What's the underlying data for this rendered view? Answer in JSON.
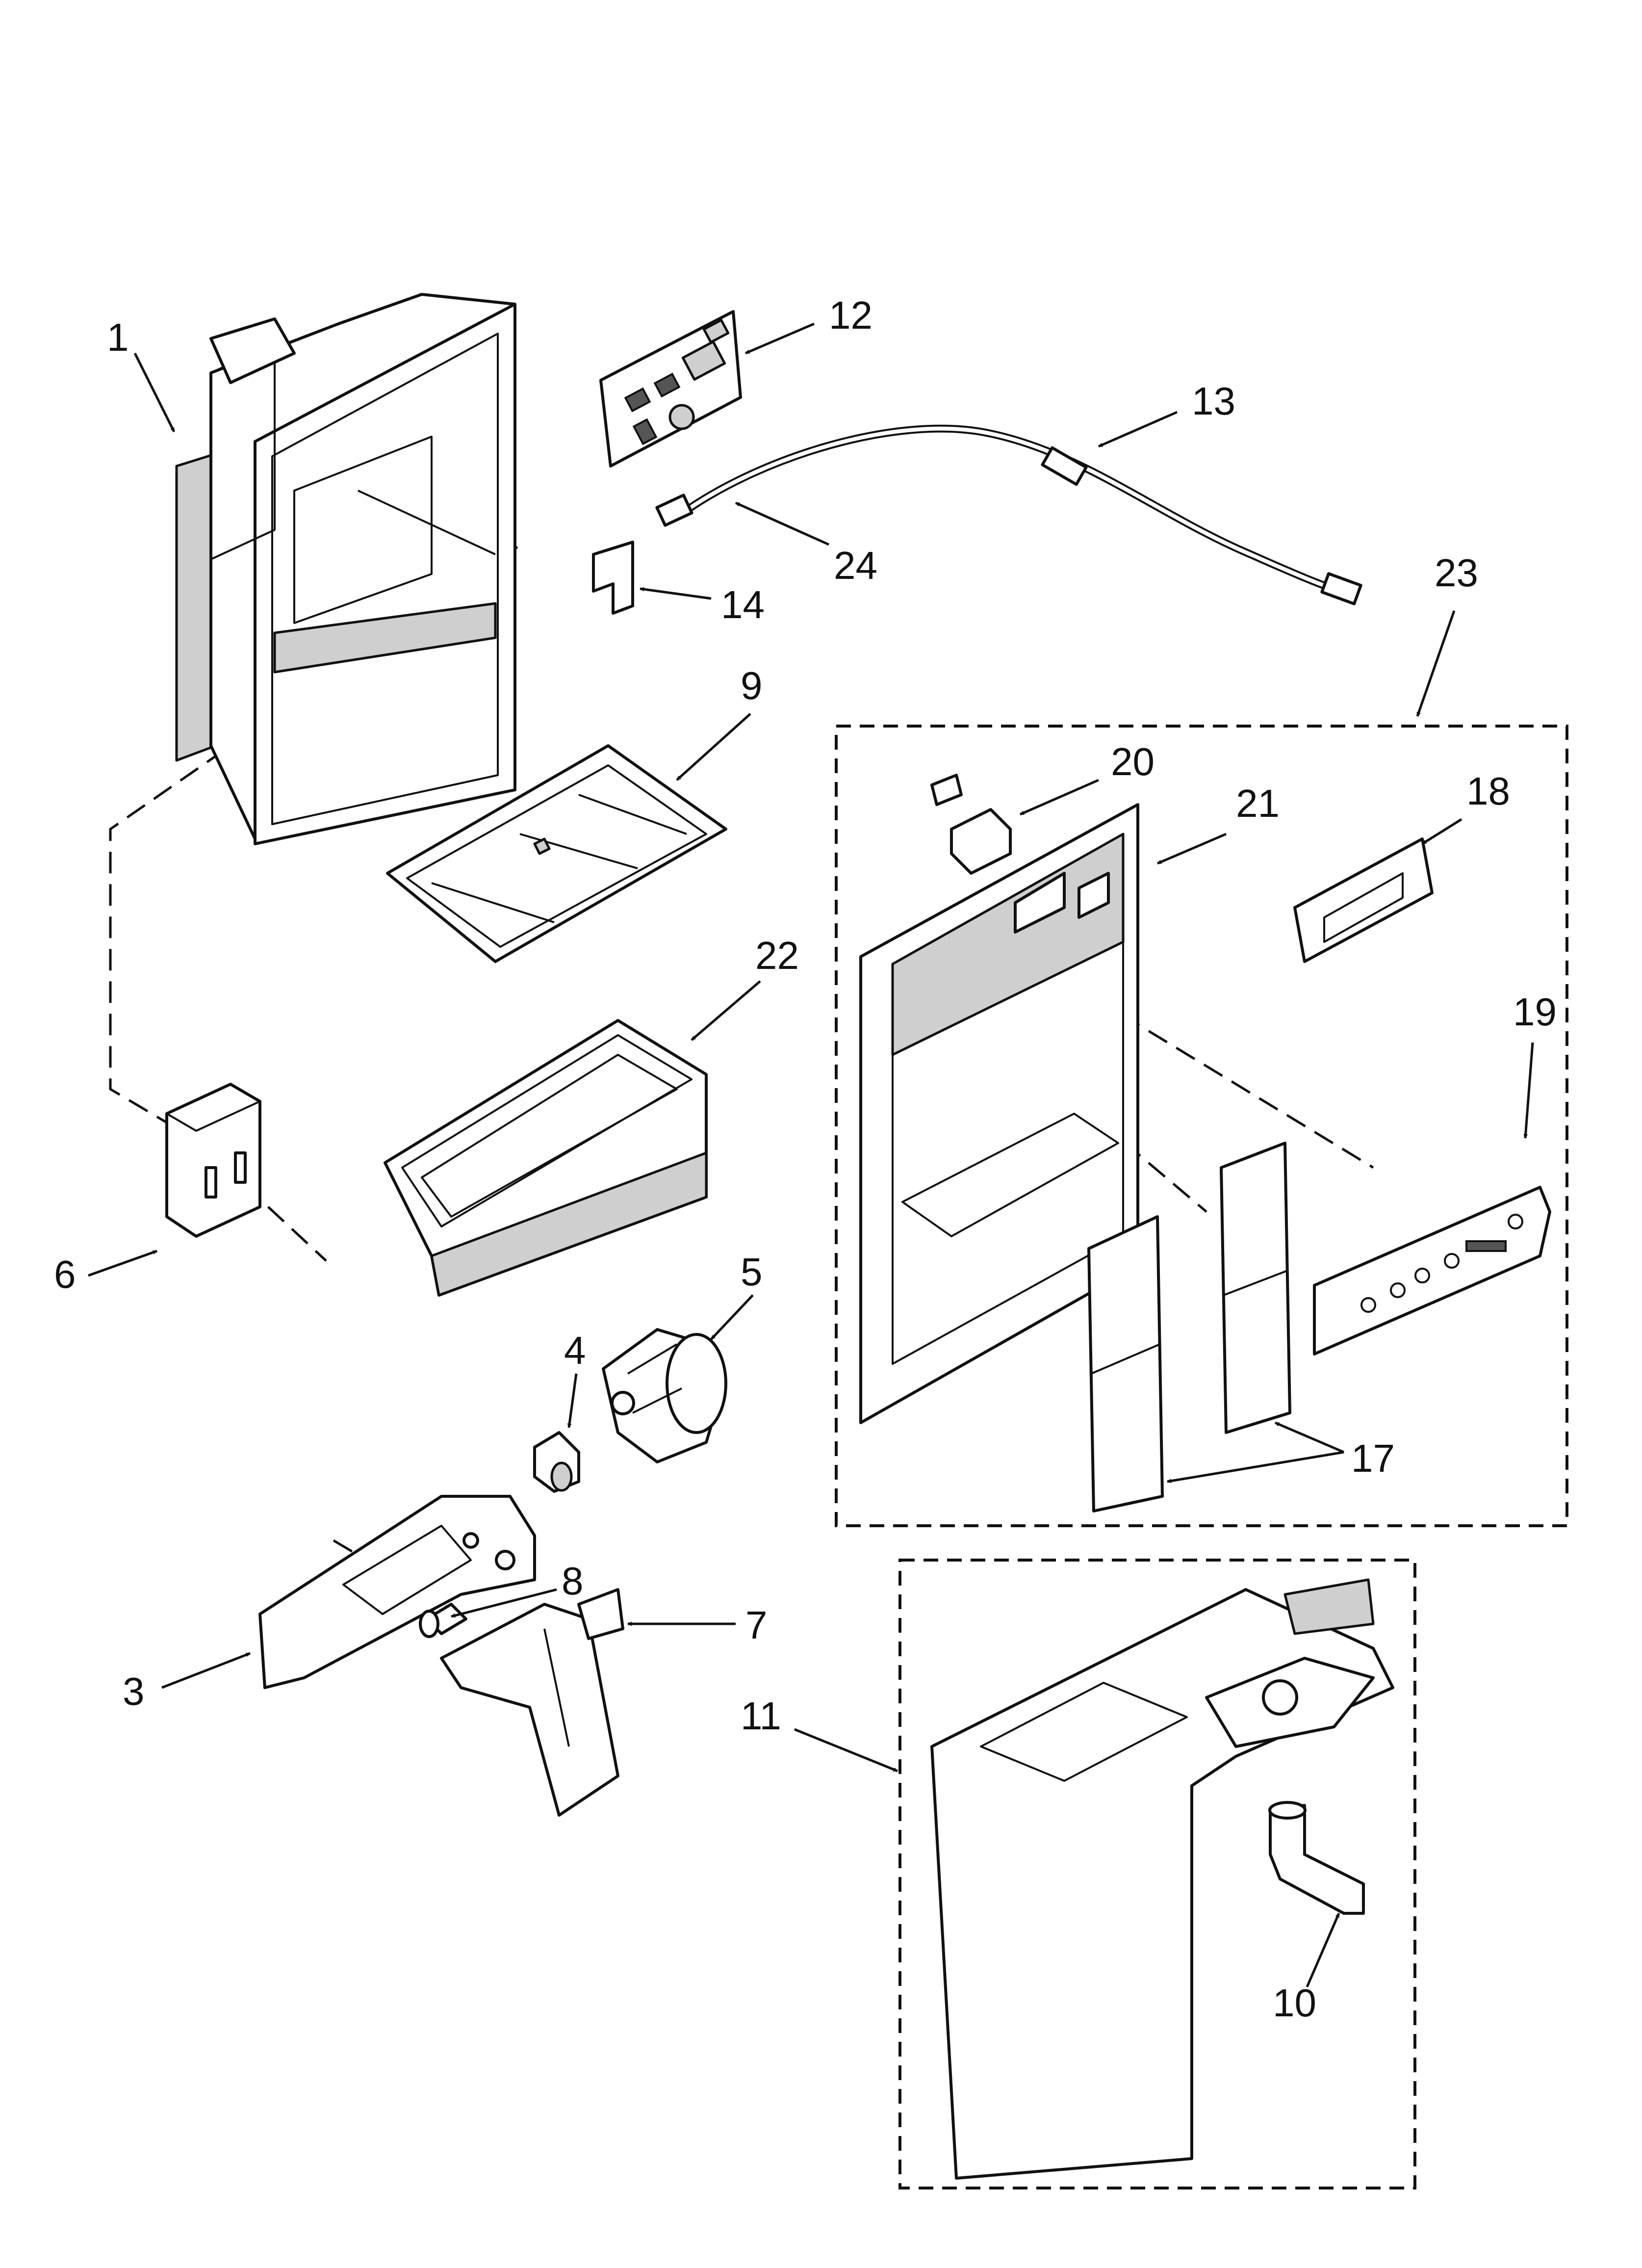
{
  "diagram": {
    "callouts": [
      "1",
      "3",
      "4",
      "5",
      "6",
      "7",
      "8",
      "9",
      "10",
      "11",
      "12",
      "13",
      "14",
      "17",
      "18",
      "19",
      "20",
      "21",
      "22",
      "23",
      "24"
    ]
  }
}
